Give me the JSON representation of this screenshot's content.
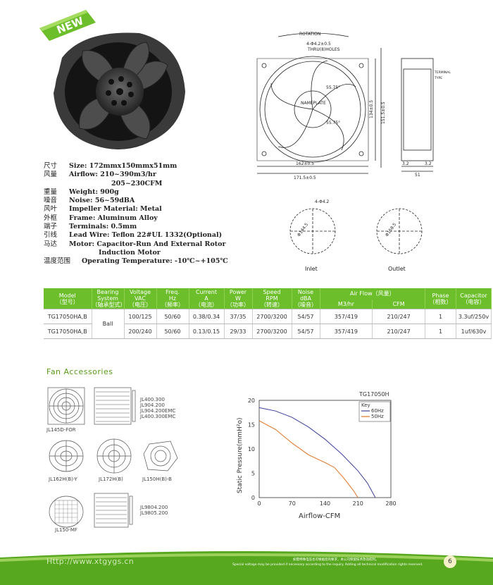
{
  "badge": {
    "label": "NEW"
  },
  "drawing": {
    "rotation": "ROTATION",
    "holes": "4-Φ4.2±0.5",
    "thru_holes": "THRU(8)HOLES",
    "angle1": "55.75°",
    "angle2": "55.75°",
    "center_label": "NAMEPLATE",
    "dim_162": "162±0.5",
    "dim_171": "171.5±0.5",
    "dim_134": "134±0.5",
    "dim_151": "151.5±0.5",
    "terminal": "TERMINAL",
    "type": "TYPE",
    "dim_32a": "3.2",
    "dim_32b": "3.2",
    "dim_51": "51",
    "holes2": "4-Φ4.2",
    "phi_inlet": "Φ144.5",
    "phi_outlet": "Φ158.5",
    "inlet": "Inlet",
    "outlet": "Outlet"
  },
  "specs": [
    {
      "cn": "尺寸",
      "en": "Size: 172mmx150mmx51mm"
    },
    {
      "cn": "风量",
      "en": "Airflow: 210~390m3/hr"
    },
    {
      "cn": "",
      "en": "205~230CFM"
    },
    {
      "cn": "重量",
      "en": "Weight: 900g"
    },
    {
      "cn": "噪音",
      "en": "Noise: 56~59dBA"
    },
    {
      "cn": "风叶",
      "en": "Impeller Material:  Metal"
    },
    {
      "cn": "外框",
      "en": "Frame:  Aluminum Alloy"
    },
    {
      "cn": "端子",
      "en": "Terminals:  0.5mm"
    },
    {
      "cn": "引线",
      "en": "Lead Wire:  Teflon 22#UL 1332(Optional)"
    },
    {
      "cn": "马达",
      "en": "Motor:  Capacitor-Run And External Rotor"
    },
    {
      "cn": "",
      "en": "Induction Motor"
    },
    {
      "cn": "温度范围",
      "en": "Operating Temperature:  -10℃~+105℃"
    }
  ],
  "table": {
    "headers": {
      "model": "Model",
      "model_cn": "（型号）",
      "bearing": "Bearing",
      "bearing2": "System",
      "bearing_cn": "（轴承型式）",
      "voltage": "Voltage",
      "voltage2": "VAC",
      "voltage_cn": "（电压）",
      "freq": "Freq.",
      "freq2": "Hz",
      "freq_cn": "（频率）",
      "current": "Current",
      "current2": "A",
      "current_cn": "（电流）",
      "power": "Power",
      "power2": "W",
      "power_cn": "（功率）",
      "speed": "Speed",
      "speed2": "RPM",
      "speed_cn": "（转速）",
      "noise": "Noise",
      "noise2": "dBA",
      "noise_cn": "（噪音）",
      "airflow": "Air Flow（风量）",
      "m3hr": "M3/hr",
      "cfm": "CFM",
      "phase": "Phase",
      "phase_cn": "（相数）",
      "capacitor": "Capacitor",
      "capacitor_cn": "（电容）"
    },
    "bearing_value": "Ball",
    "rows": [
      {
        "model": "TG17050HA,B",
        "voltage": "100/125",
        "freq": "50/60",
        "current": "0.38/0.34",
        "power": "37/35",
        "speed": "2700/3200",
        "noise": "54/57",
        "m3hr": "357/419",
        "cfm": "210/247",
        "phase": "1",
        "capacitor": "3.3uf/250v"
      },
      {
        "model": "TG17050HA,B",
        "voltage": "200/240",
        "freq": "50/60",
        "current": "0.13/0.15",
        "power": "29/33",
        "speed": "2700/3200",
        "noise": "54/57",
        "m3hr": "357/419",
        "cfm": "210/247",
        "phase": "1",
        "capacitor": "1uf/630v"
      }
    ]
  },
  "accessories": {
    "title": "Fan Accessories",
    "items": [
      {
        "label": "JL145D-FOR"
      },
      {
        "label": "JL400.300"
      },
      {
        "label": "JL904.200"
      },
      {
        "label": "JL904.200EMC"
      },
      {
        "label": "JL400.300EMC"
      },
      {
        "label": "JL162H(B)-Y"
      },
      {
        "label": "JL172H(B)"
      },
      {
        "label": "JL150H(B)-B"
      },
      {
        "label": "JL150-MF"
      },
      {
        "label": "JL9804.200"
      },
      {
        "label": "JL9805.200"
      }
    ]
  },
  "chart_data": {
    "type": "line",
    "title": "TG17050H",
    "xlabel": "Airflow-CFM",
    "ylabel": "Static Pressure(mmH²o)",
    "xlim": [
      0,
      280
    ],
    "ylim": [
      0,
      20
    ],
    "xticks": [
      0,
      70,
      140,
      210,
      280
    ],
    "yticks": [
      0,
      5,
      10,
      15,
      20
    ],
    "legend_title": "Key",
    "legend_position": "top-right",
    "series": [
      {
        "name": "60Hz",
        "color": "#3b3f9a",
        "x": [
          0,
          35,
          70,
          105,
          140,
          175,
          210,
          230,
          247
        ],
        "y": [
          18.5,
          17.8,
          16.5,
          14.5,
          12,
          9,
          5.5,
          3,
          0
        ]
      },
      {
        "name": "50Hz",
        "color": "#e0701e",
        "x": [
          0,
          35,
          70,
          105,
          140,
          160,
          180,
          200,
          210
        ],
        "y": [
          15.8,
          14,
          11.2,
          8.8,
          7.2,
          6.2,
          4,
          1.5,
          0
        ]
      }
    ]
  },
  "footer": {
    "url": "Http://www.xtgygs.cn",
    "note1": "如需特殊电压也可根据您的要求，本公司保留技术改动权利。",
    "note2": "Special voltage may be provided if necessary according to the inquiry. Adding all technical modification rights reserved.",
    "page": "6"
  }
}
